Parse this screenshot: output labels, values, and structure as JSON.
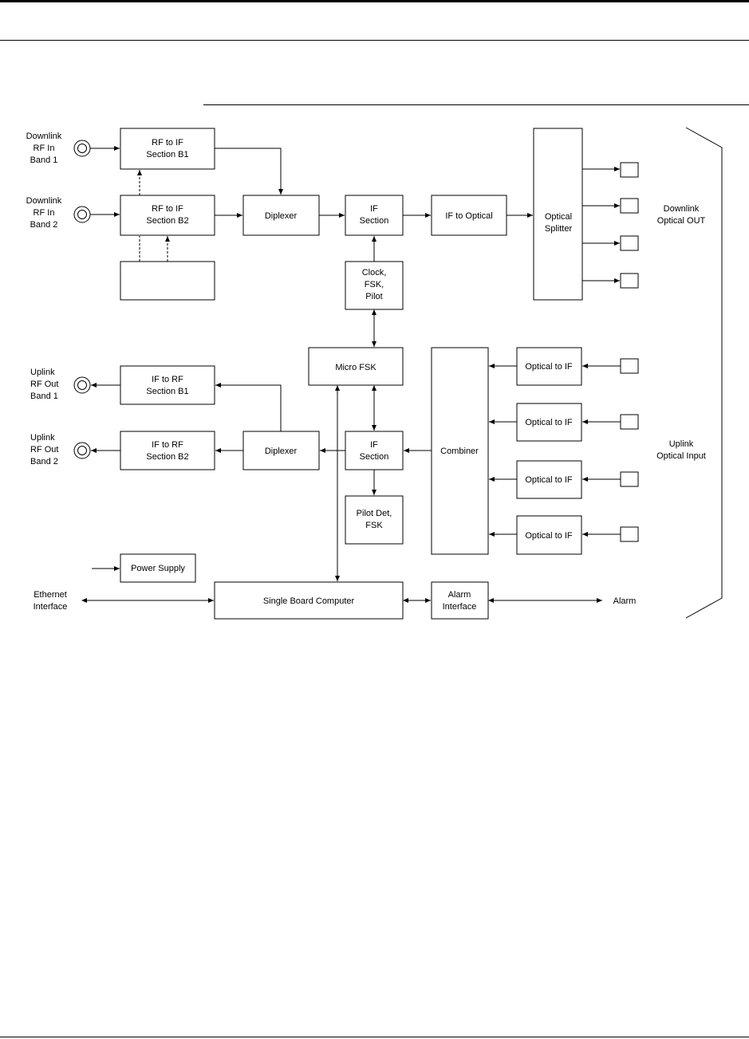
{
  "blocks": [
    {
      "id": "rf_if_b1",
      "lines": [
        "RF to IF",
        "Section B1"
      ]
    },
    {
      "id": "rf_if_b2",
      "lines": [
        "RF to IF",
        "Section B2"
      ]
    },
    {
      "id": "blank_box",
      "lines": []
    },
    {
      "id": "diplexer_dl",
      "lines": [
        "Diplexer"
      ]
    },
    {
      "id": "if_section_dl",
      "lines": [
        "IF",
        "Section"
      ]
    },
    {
      "id": "if_to_optical",
      "lines": [
        "IF to Optical"
      ]
    },
    {
      "id": "optical_splitter",
      "lines": [
        "Optical",
        "Splitter"
      ]
    },
    {
      "id": "clock_fsk_pilot",
      "lines": [
        "Clock,",
        "FSK,",
        "Pilot"
      ]
    },
    {
      "id": "micro_fsk",
      "lines": [
        "Micro FSK"
      ]
    },
    {
      "id": "combiner",
      "lines": [
        "Combiner"
      ]
    },
    {
      "id": "optical_to_if_1",
      "lines": [
        "Optical to IF"
      ]
    },
    {
      "id": "optical_to_if_2",
      "lines": [
        "Optical to IF"
      ]
    },
    {
      "id": "optical_to_if_3",
      "lines": [
        "Optical to IF"
      ]
    },
    {
      "id": "optical_to_if_4",
      "lines": [
        "Optical to IF"
      ]
    },
    {
      "id": "if_rf_b1",
      "lines": [
        "IF to RF",
        "Section B1"
      ]
    },
    {
      "id": "if_rf_b2",
      "lines": [
        "IF to RF",
        "Section B2"
      ]
    },
    {
      "id": "diplexer_ul",
      "lines": [
        "Diplexer"
      ]
    },
    {
      "id": "if_section_ul",
      "lines": [
        "IF",
        "Section"
      ]
    },
    {
      "id": "pilot_det_fsk",
      "lines": [
        "Pilot Det,",
        "FSK"
      ]
    },
    {
      "id": "power_supply",
      "lines": [
        "Power Supply"
      ]
    },
    {
      "id": "single_board_computer",
      "lines": [
        "Single Board Computer"
      ]
    },
    {
      "id": "alarm_interface",
      "lines": [
        "Alarm",
        "Interface"
      ]
    }
  ],
  "labels": {
    "downlink_rf_in_band1": [
      "Downlink",
      "RF In",
      "Band 1"
    ],
    "downlink_rf_in_band2": [
      "Downlink",
      "RF In",
      "Band 2"
    ],
    "uplink_rf_out_band1": [
      "Uplink",
      "RF Out",
      "Band 1"
    ],
    "uplink_rf_out_band2": [
      "Uplink",
      "RF Out",
      "Band 2"
    ],
    "ethernet_interface": [
      "Ethernet",
      "Interface"
    ],
    "alarm": [
      "Alarm"
    ],
    "downlink_optical_out": [
      "Downlink",
      "Optical OUT"
    ],
    "uplink_optical_input": [
      "Uplink",
      "Optical Input"
    ]
  }
}
